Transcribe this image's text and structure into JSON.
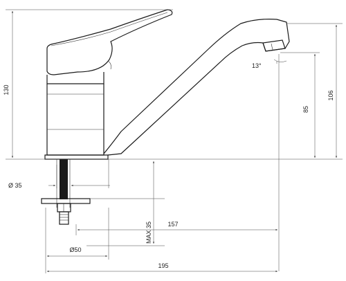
{
  "drawing": {
    "type": "faucet-technical-drawing",
    "units": "mm",
    "dimensions": {
      "height_total": "130",
      "height_outlet": "106",
      "height_spout": "85",
      "spout_angle": "13°",
      "stem_diameter": "Ø 35",
      "mounting_thickness": "MAX 35",
      "reach": "157",
      "base_diameter": "Ø50",
      "total_length": "195"
    }
  }
}
